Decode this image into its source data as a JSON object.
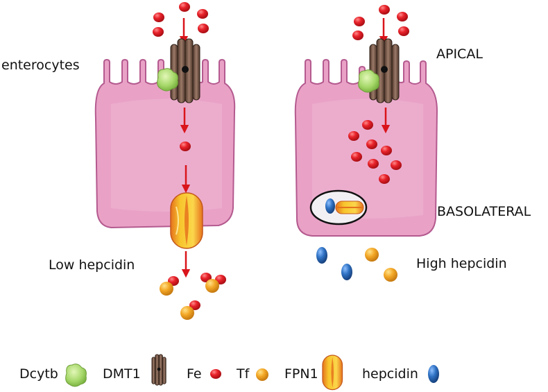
{
  "labels": {
    "enterocytes": "enterocytes",
    "apical": "APICAL",
    "basolateral": "BASOLATERAL",
    "low_hepcidin": "Low hepcidin",
    "high_hepcidin": "High hepcidin"
  },
  "legend": {
    "dcytb": "Dcytb",
    "dmt1": "DMT1",
    "fe": "Fe",
    "tf": "Tf",
    "fpn1": "FPN1",
    "hepcidin": "hepcidin"
  },
  "colors": {
    "cell_fill": "#e9a2c6",
    "cell_stroke": "#b45a8f",
    "fe_red": "#e01b22",
    "tf_orange": "#f2a323",
    "hepcidin_blue": "#2f6fbe",
    "dcytb_green": "#a6d86a",
    "dmt1_brown": "#7a5a4a",
    "fpn1_yellow": "#f6c22b",
    "arrow_red": "#d9141b"
  }
}
